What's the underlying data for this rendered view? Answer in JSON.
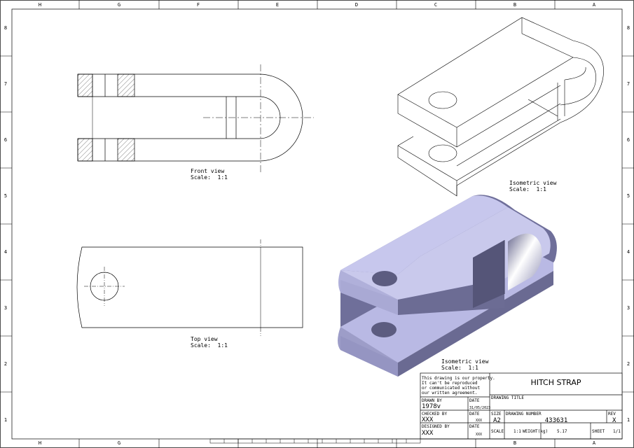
{
  "border_letters": [
    "H",
    "G",
    "F",
    "E",
    "D",
    "C",
    "B",
    "A"
  ],
  "border_numbers": [
    "8",
    "7",
    "6",
    "5",
    "4",
    "3",
    "2",
    "1"
  ],
  "views": {
    "front": {
      "title": "Front view",
      "scale": "Scale:  1:1"
    },
    "top": {
      "title": "Top view",
      "scale": "Scale:  1:1"
    },
    "iso_wire": {
      "title": "Isometric view",
      "scale": "Scale:  1:1"
    },
    "iso_shaded": {
      "title": "Isometric view",
      "scale": "Scale:  1:1"
    }
  },
  "title_block": {
    "property_note": [
      "This drawing is our property.",
      "It can't be reproduced",
      "or communicated without",
      "our written agreement."
    ],
    "title": "HITCH STRAP",
    "drawing_title_label": "DRAWING TITLE",
    "drawn_by_label": "DRAWN BY",
    "drawn_by": "1978v",
    "date_label": "DATE",
    "drawn_date": "31/05/2023",
    "checked_by_label": "CHECKED BY",
    "checked_by": "XXX",
    "checked_date": "XXX",
    "designed_by_label": "DESIGNED BY",
    "designed_by": "XXX",
    "designed_date": "XXX",
    "size_label": "SIZE",
    "size": "A2",
    "drawing_number_label": "DRAWING NUMBER",
    "drawing_number": "433631",
    "rev_label": "REV",
    "rev": "X",
    "scale_label": "SCALE",
    "scale": "1:1",
    "weight_label": "WEIGHT(kg)",
    "weight": "5.17",
    "sheet_label": "SHEET",
    "sheet": "1/1"
  },
  "colors": {
    "solid_top": "#c9c9ec",
    "solid_side": "#7e7ea6",
    "solid_dark": "#5c5c80"
  }
}
